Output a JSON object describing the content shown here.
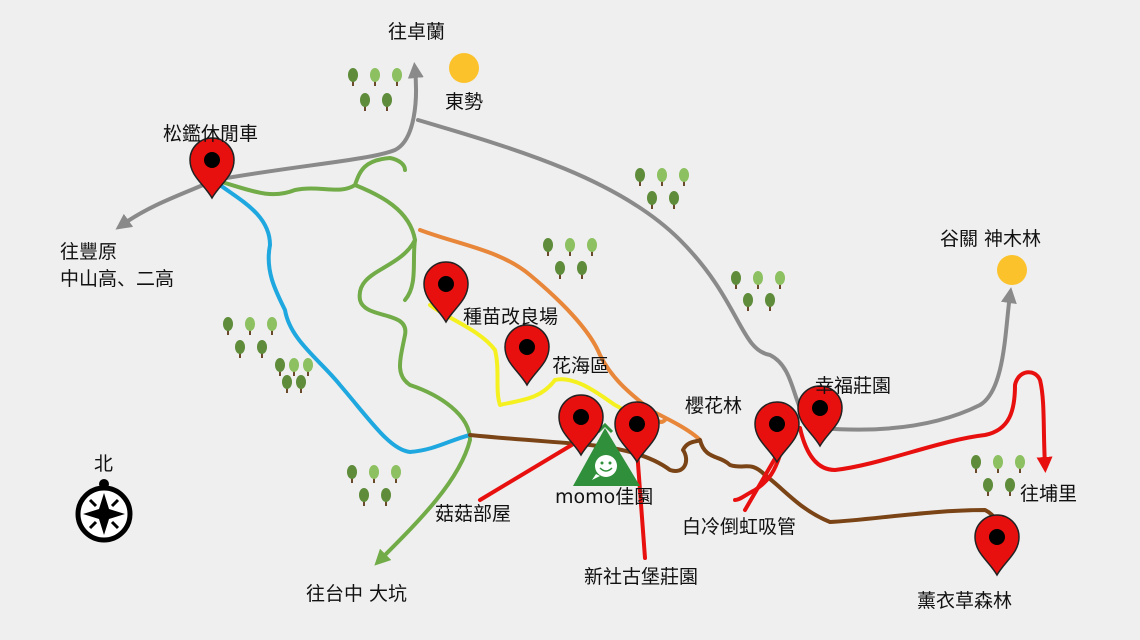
{
  "colors": {
    "background": "#efefef",
    "gray_road": "#8a8a8a",
    "green_road": "#72ac48",
    "blue_road": "#1fa8e0",
    "orange_road": "#e8863a",
    "yellow_road": "#f5f020",
    "brown_road": "#7a4416",
    "red_road": "#e8100f",
    "pin": "#e8100f",
    "town_dot": "#fbc22c",
    "momo_logo": "#2f8f3a"
  },
  "compass": {
    "label": "北"
  },
  "directions": {
    "zhuolan": "往卓蘭",
    "fengyuan_1": "往豐原",
    "fengyuan_2": "中山高、二高",
    "taichung": "往台中 大坑",
    "puli": "往埔里"
  },
  "towns": {
    "dongshi": "東勢",
    "guguan": "谷關 神木林"
  },
  "places": {
    "songhu": "松鑑休閒車",
    "seedling": "種苗改良場",
    "flower_sea": "花海區",
    "cherry": "櫻花林",
    "happy_manor": "幸福莊園",
    "mushroom": "菇菇部屋",
    "momo": "momo佳園",
    "castle": "新社古堡莊園",
    "siphon": "白冷倒虹吸管",
    "lavender": "薰衣草森林"
  }
}
